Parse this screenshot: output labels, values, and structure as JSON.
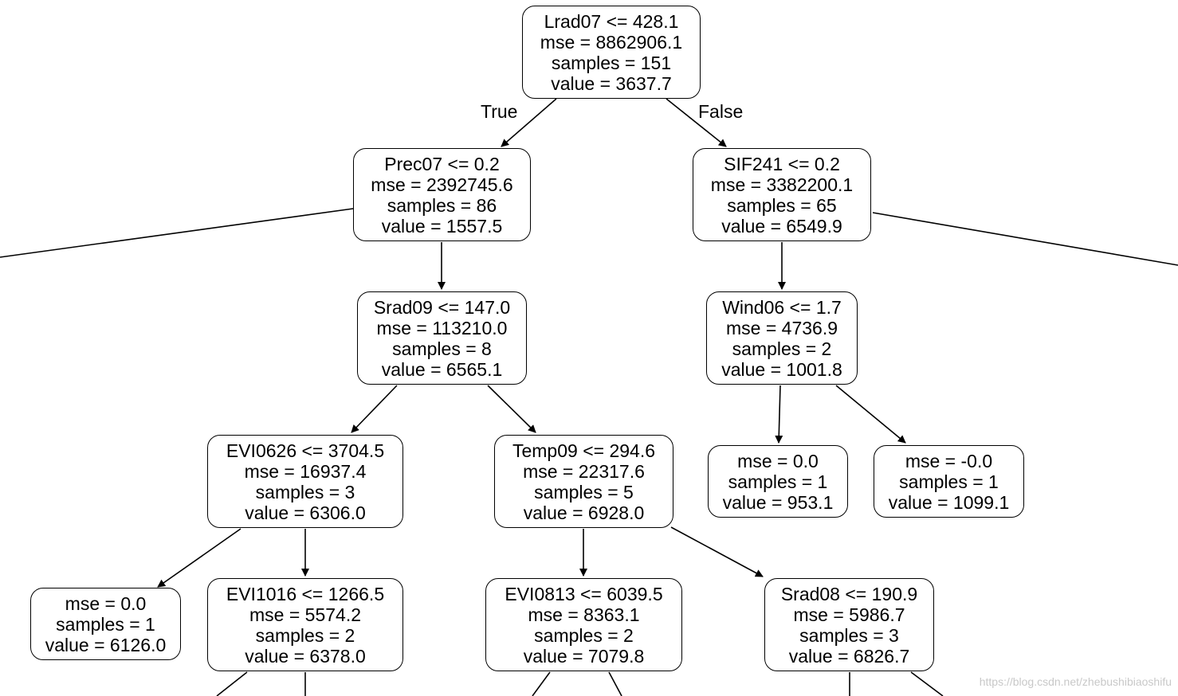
{
  "nodes": {
    "root": [
      "Lrad07 <= 428.1",
      "mse = 8862906.1",
      "samples = 151",
      "value = 3637.7"
    ],
    "prec07": [
      "Prec07 <= 0.2",
      "mse = 2392745.6",
      "samples = 86",
      "value = 1557.5"
    ],
    "sif241": [
      "SIF241 <= 0.2",
      "mse = 3382200.1",
      "samples = 65",
      "value = 6549.9"
    ],
    "srad09": [
      "Srad09 <= 147.0",
      "mse = 113210.0",
      "samples = 8",
      "value = 6565.1"
    ],
    "wind06": [
      "Wind06 <= 1.7",
      "mse = 4736.9",
      "samples = 2",
      "value = 1001.8"
    ],
    "evi0626": [
      "EVI0626 <= 3704.5",
      "mse = 16937.4",
      "samples = 3",
      "value = 6306.0"
    ],
    "temp09": [
      "Temp09 <= 294.6",
      "mse = 22317.6",
      "samples = 5",
      "value = 6928.0"
    ],
    "leaf_953": [
      "mse = 0.0",
      "samples = 1",
      "value = 953.1"
    ],
    "leaf_1099": [
      "mse = -0.0",
      "samples = 1",
      "value = 1099.1"
    ],
    "leaf_6126": [
      "mse = 0.0",
      "samples = 1",
      "value = 6126.0"
    ],
    "evi1016": [
      "EVI1016 <= 1266.5",
      "mse = 5574.2",
      "samples = 2",
      "value = 6378.0"
    ],
    "evi0813": [
      "EVI0813 <= 6039.5",
      "mse = 8363.1",
      "samples = 2",
      "value = 7079.8"
    ],
    "srad08": [
      "Srad08 <= 190.9",
      "mse = 5986.7",
      "samples = 3",
      "value = 6826.7"
    ]
  },
  "edge_labels": {
    "true": "True",
    "false": "False"
  },
  "watermark": "https://blog.csdn.net/zhebushibiaoshifu"
}
